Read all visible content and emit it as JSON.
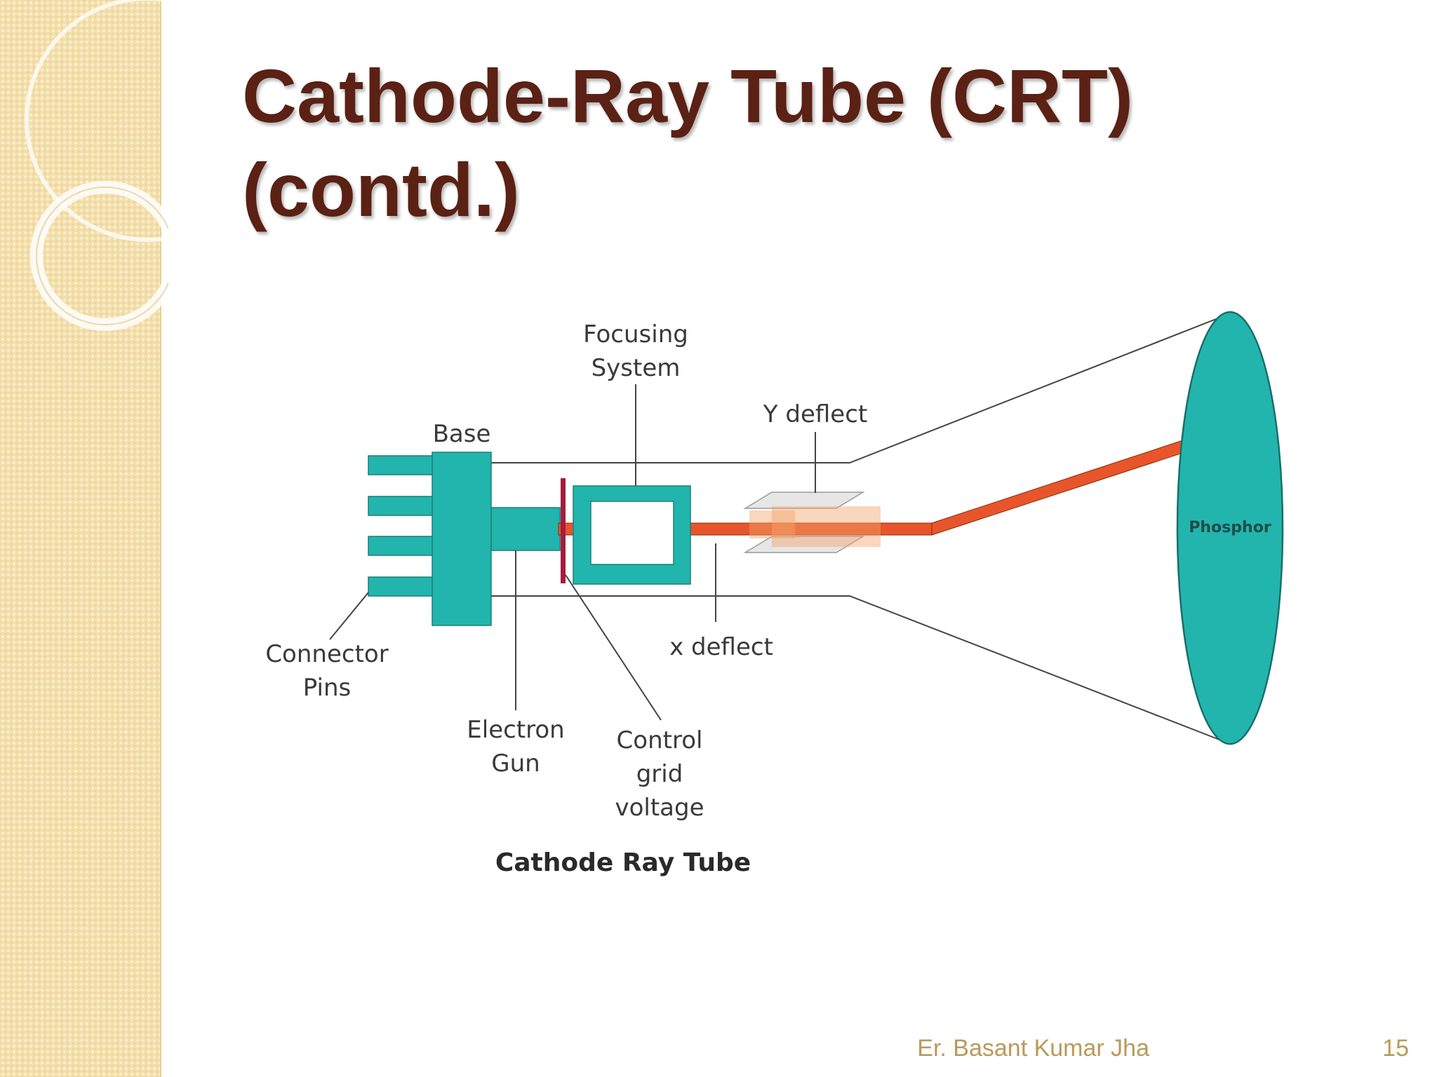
{
  "slide": {
    "title_line1": "Cathode-Ray Tube (CRT)",
    "title_line2": "(contd.)",
    "author": "Er. Basant Kumar Jha",
    "page_number": "15"
  },
  "diagram": {
    "caption": "Cathode Ray Tube",
    "labels": {
      "focusing_line1": "Focusing",
      "focusing_line2": "System",
      "base": "Base",
      "y_deflect": "Y deflect",
      "x_deflect": "x deflect",
      "connector_line1": "Connector",
      "connector_line2": "Pins",
      "electron_line1": "Electron",
      "electron_line2": "Gun",
      "control_line1": "Control",
      "control_line2": "grid",
      "control_line3": "voltage",
      "phosphor": "Phosphor"
    },
    "colors": {
      "component_fill": "#22b5ad",
      "beam": "#e8552a",
      "title": "#5a2114",
      "background_band": "#f3dfaa"
    }
  }
}
